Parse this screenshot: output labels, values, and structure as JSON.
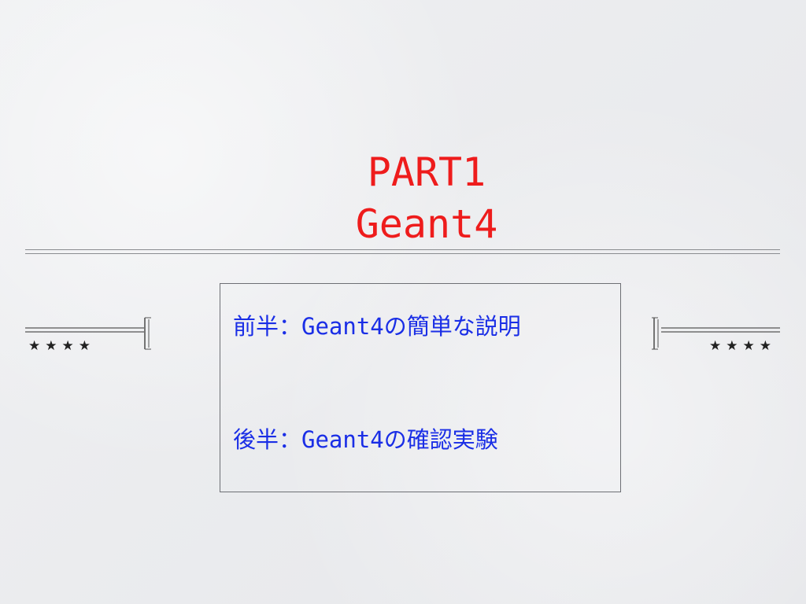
{
  "slide": {
    "title_line1": "PART1",
    "title_line2": "Geant4",
    "stars_left": "★★★★",
    "stars_right": "★★★★",
    "agenda": [
      {
        "text": "前半：Geant4の簡単な説明"
      },
      {
        "text": "後半：Geant4の確認実験"
      }
    ]
  },
  "colors": {
    "title": "#ee1c1c",
    "agenda_text": "#1a2ee6",
    "background": "#ecedef",
    "rule": "#8a8c90"
  }
}
